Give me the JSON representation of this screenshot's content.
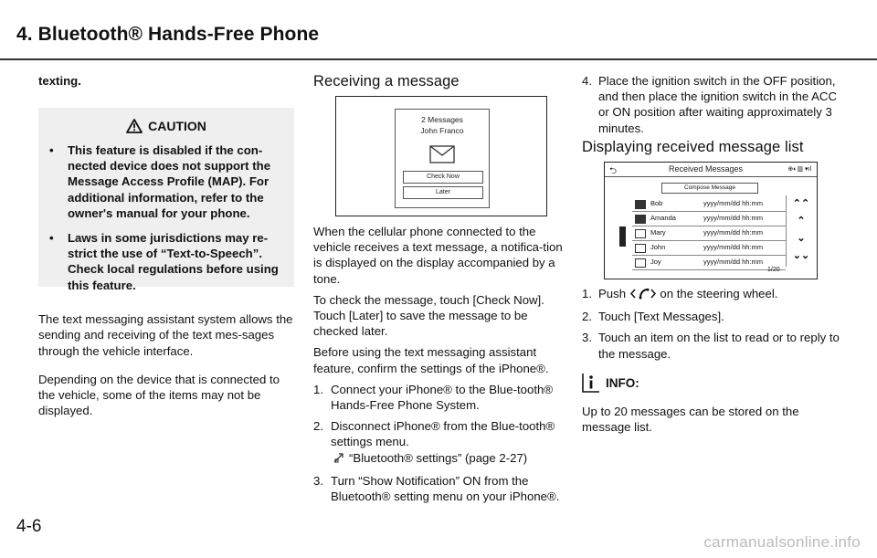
{
  "header": {
    "title": "4. Bluetooth® Hands-Free Phone"
  },
  "col1": {
    "lead": "texting.",
    "caution": {
      "title": "CAUTION",
      "items": [
        "This feature is disabled if the con-nected device does not support the Message Access Profile (MAP). For additional information, refer to the owner's manual for your phone.",
        "Laws in some jurisdictions may re-strict the use of “Text-to-Speech”. Check local regulations before using this feature."
      ]
    },
    "paragraphs": [
      "The text messaging assistant system allows the sending and receiving of the text mes-sages through the vehicle interface.",
      "Depending on the device that is connected to the vehicle, some of the items may not be displayed."
    ]
  },
  "receiving": {
    "heading": "Receiving a message",
    "screen": {
      "line1": "2 Messages",
      "line2": "John Franco",
      "btn_check": "Check Now",
      "btn_later": "Later"
    },
    "paragraphs": [
      "When the cellular phone connected to the vehicle receives a text message, a notifica-tion is displayed on the display accompanied by a tone.",
      "To check the message, touch [Check Now]. Touch [Later] to save the message to be checked later.",
      "Before using the text messaging assistant feature, confirm the settings of the iPhone®."
    ],
    "steps": [
      {
        "num": "1.",
        "text": "Connect your iPhone® to the Blue-tooth® Hands-Free Phone System."
      },
      {
        "num": "2.",
        "text": "Disconnect iPhone® from the Blue-tooth® settings menu."
      },
      {
        "num": "3.",
        "text": "Turn “Show Notification” ON from the Bluetooth® setting menu on your iPhone®."
      }
    ],
    "xref": "“Bluetooth® settings” (page 2-27)"
  },
  "col3": {
    "step4": {
      "num": "4.",
      "text": "Place the ignition switch in the OFF position, and then place the ignition switch in the ACC or ON position after waiting approximately 3 minutes."
    }
  },
  "list": {
    "heading": "Displaying received message list",
    "screen": {
      "title": "Received Messages",
      "back": "⮌",
      "status": "⊕◐▥ ▾ıl",
      "compose": "Compose Message",
      "rows": [
        {
          "name": "Bob",
          "date": "yyyy/mm/dd  hh:mm",
          "unread": true
        },
        {
          "name": "Amanda",
          "date": "yyyy/mm/dd  hh:mm",
          "unread": true
        },
        {
          "name": "Mary",
          "date": "yyyy/mm/dd  hh:mm",
          "unread": false
        },
        {
          "name": "John",
          "date": "yyyy/mm/dd  hh:mm",
          "unread": false
        },
        {
          "name": "Joy",
          "date": "yyyy/mm/dd  hh:mm",
          "unread": false
        }
      ],
      "arrows": [
        "⌃⌃",
        "⌃",
        "⌄",
        "⌄⌄"
      ],
      "page": "1/20"
    },
    "steps": [
      {
        "num": "1.",
        "pre": "Push",
        "post": "on the steering wheel."
      },
      {
        "num": "2.",
        "text": "Touch [Text Messages]."
      },
      {
        "num": "3.",
        "text": "Touch an item on the list to read or to reply to the message."
      }
    ],
    "info_title": "INFO:",
    "info_text": "Up to 20 messages can be stored on the message list."
  },
  "footer": {
    "page_number": "4-6",
    "watermark": "carmanualsonline.info"
  }
}
